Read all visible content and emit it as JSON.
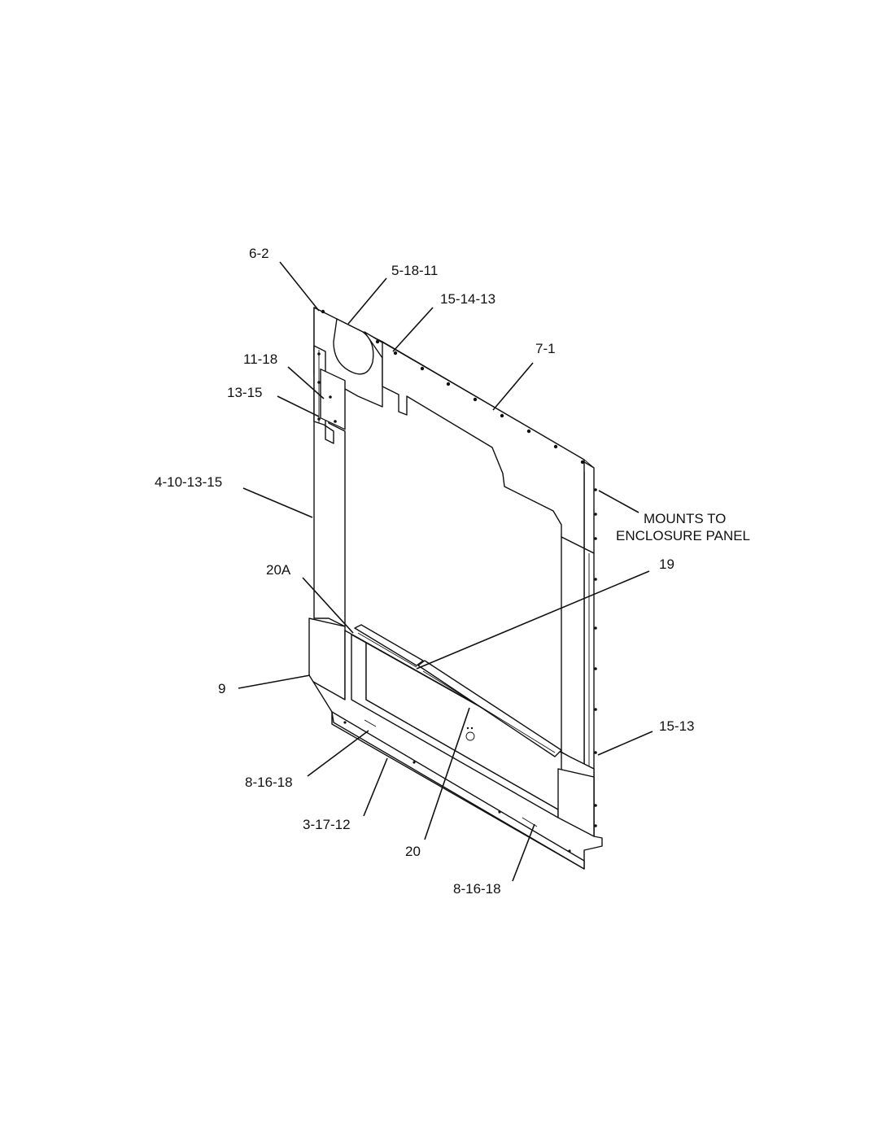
{
  "callouts": {
    "c_6_2": "6-2",
    "c_5_18_11": "5-18-11",
    "c_15_14_13": "15-14-13",
    "c_7_1": "7-1",
    "c_11_18": "11-18",
    "c_13_15": "13-15",
    "c_4_10_13_15": "4-10-13-15",
    "c_mounts_1": "MOUNTS TO",
    "c_mounts_2": "ENCLOSURE PANEL",
    "c_20a": "20A",
    "c_19": "19",
    "c_9": "9",
    "c_15_13": "15-13",
    "c_8_16_18_left": "8-16-18",
    "c_3_17_12": "3-17-12",
    "c_20": "20",
    "c_8_16_18_right": "8-16-18"
  }
}
